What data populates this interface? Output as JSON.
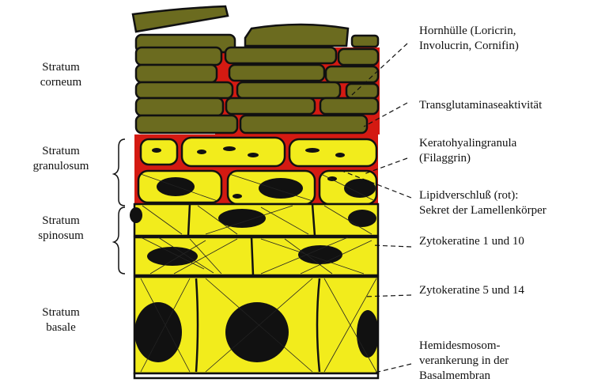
{
  "layer_labels": [
    {
      "line1": "Stratum",
      "line2": "corneum"
    },
    {
      "line1": "Stratum",
      "line2": "granulosum"
    },
    {
      "line1": "Stratum",
      "line2": "spinosum"
    },
    {
      "line1": "Stratum",
      "line2": "basale"
    }
  ],
  "annotations": [
    {
      "lines": [
        "Hornhülle (Loricrin,",
        "Involucrin, Cornifin)"
      ]
    },
    {
      "lines": [
        "Transglutaminaseaktivität"
      ]
    },
    {
      "lines": [
        "Keratohyalingranula",
        "(Filaggrin)"
      ]
    },
    {
      "lines": [
        "Lipidverschluß (rot):",
        "Sekret der Lamellenkörper"
      ]
    },
    {
      "lines": [
        "Zytokeratine 1 und 10"
      ]
    },
    {
      "lines": [
        "Zytokeratine 5 und 14"
      ]
    },
    {
      "lines": [
        "Hemidesmosom-",
        "verankerung in  der",
        "Basalmembran"
      ]
    }
  ],
  "colors": {
    "corneum": "#6b6b1f",
    "cell_yellow": "#f2ec1c",
    "lipid_red": "#d41a12",
    "nucleus": "#111111",
    "outline": "#111111"
  }
}
